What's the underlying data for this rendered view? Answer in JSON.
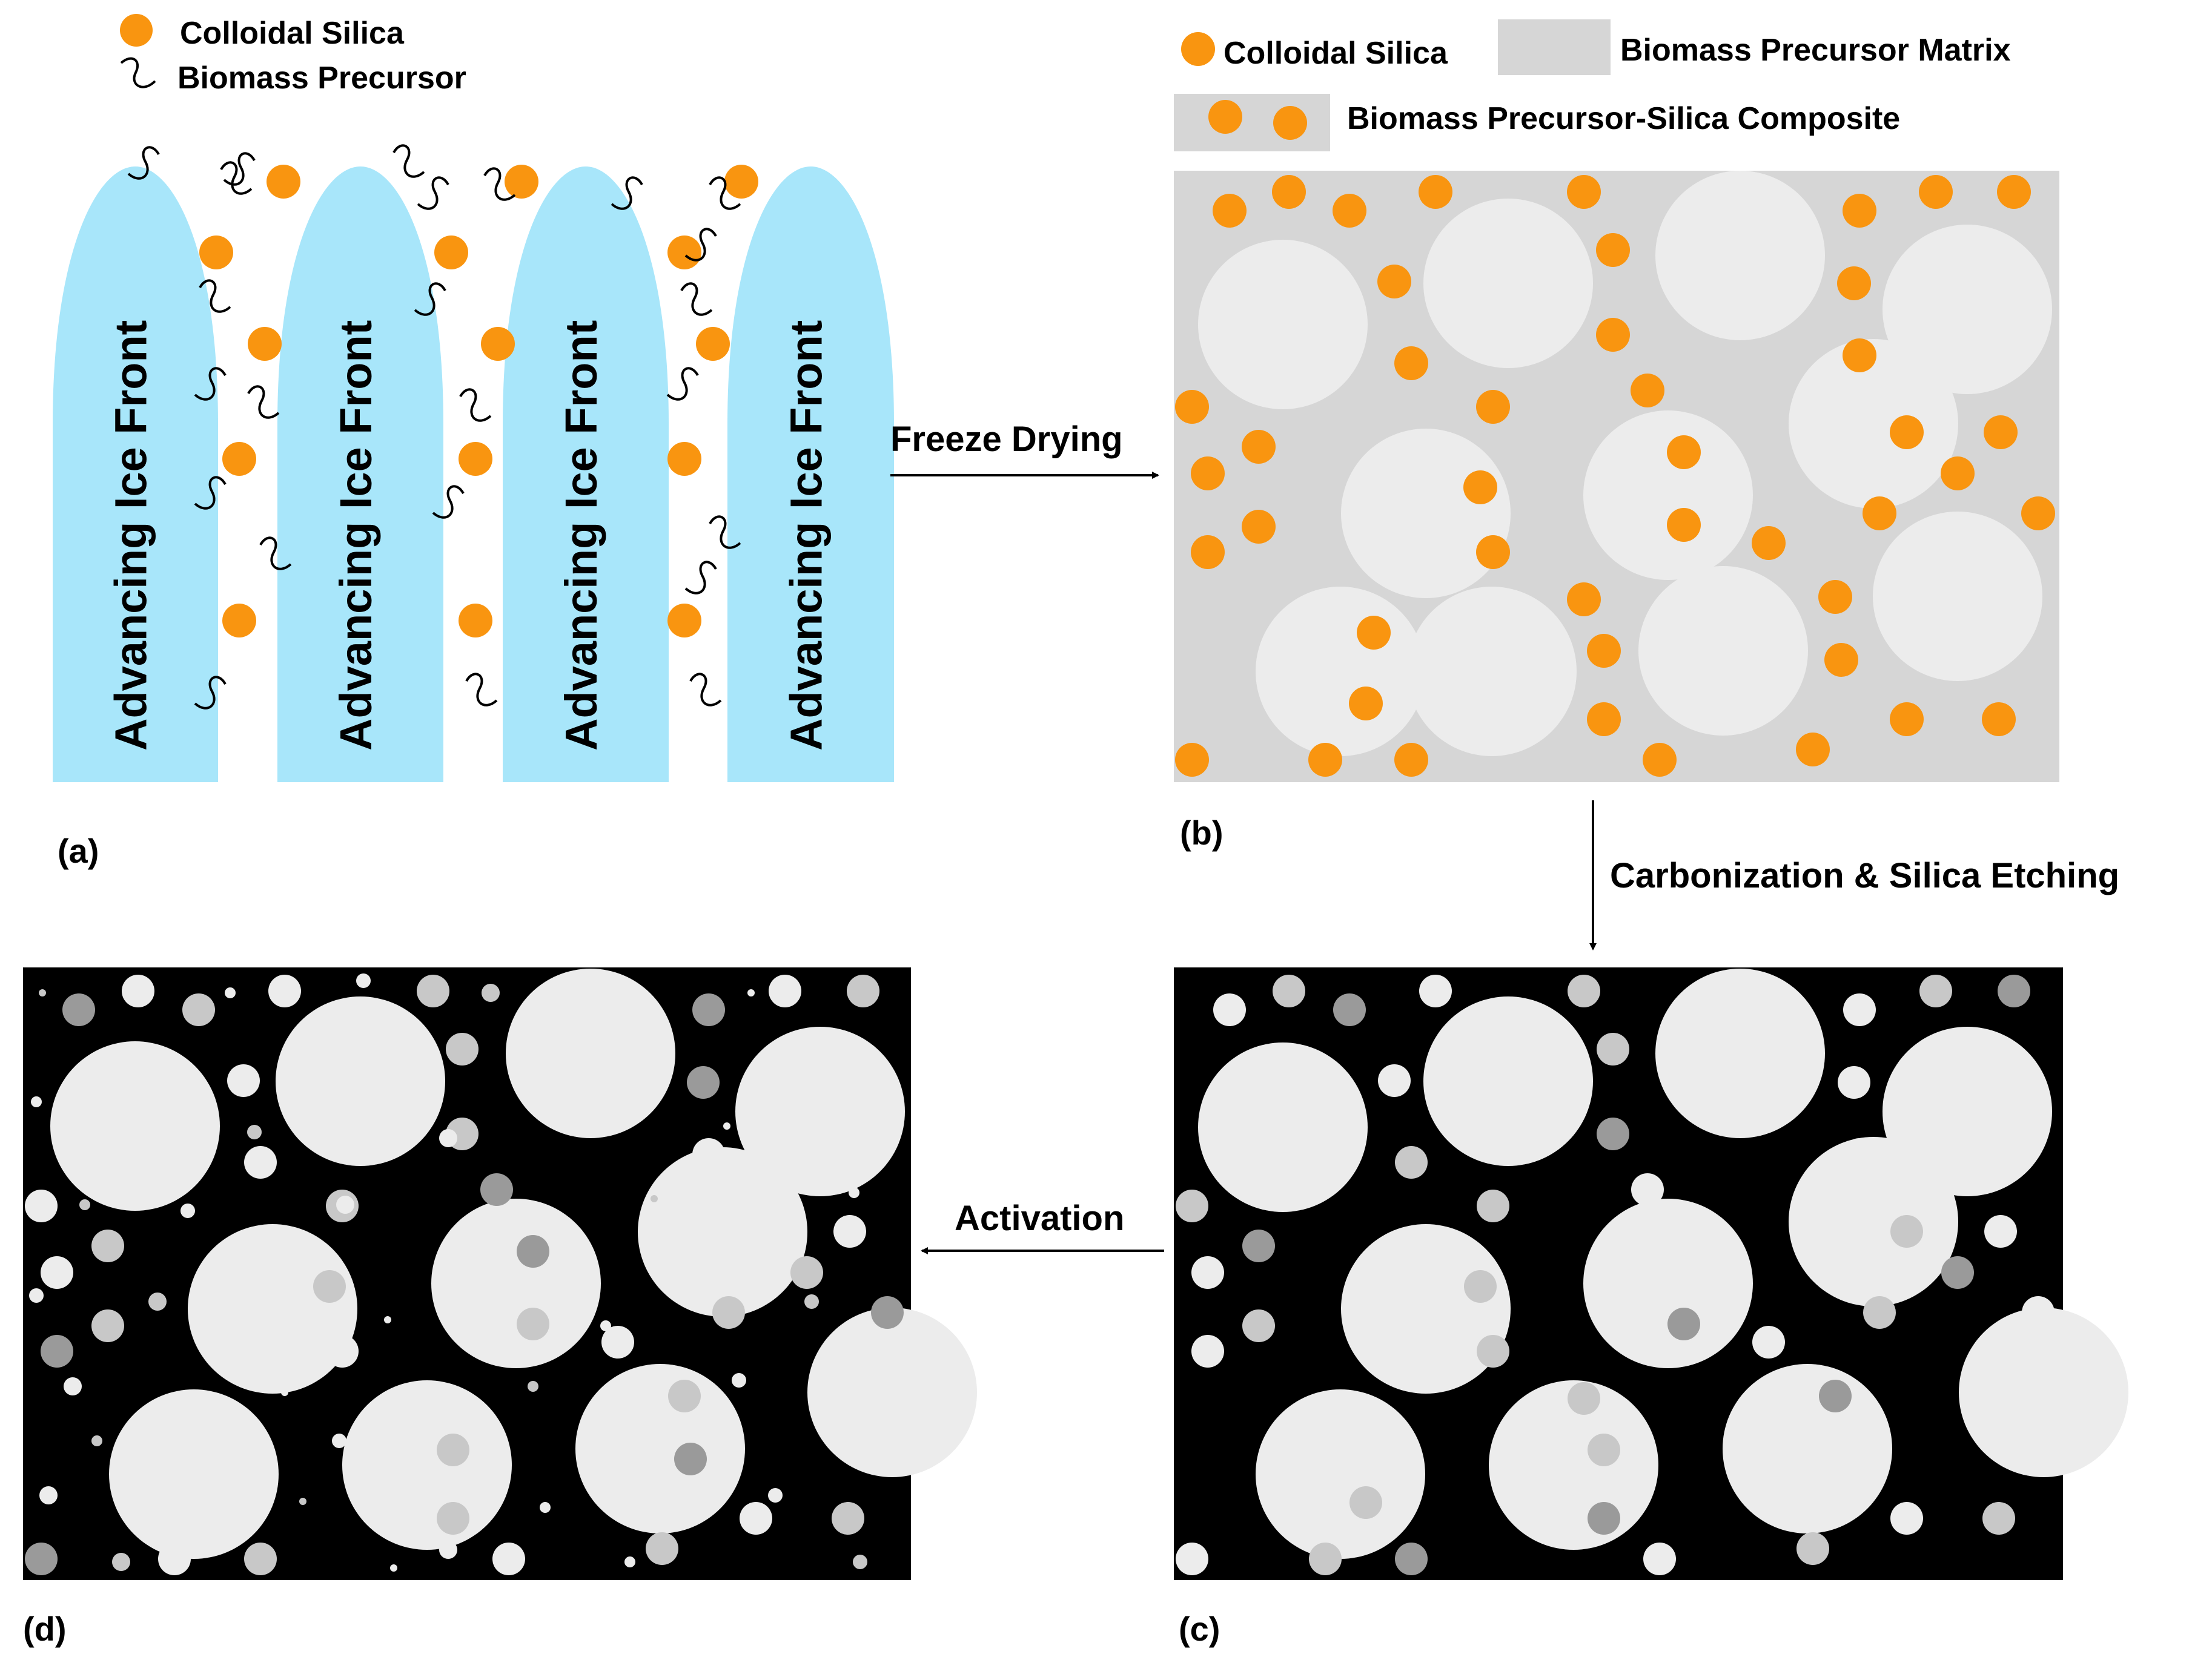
{
  "panel_a": {
    "legend": {
      "silica_label": "Colloidal Silica",
      "precursor_label": "Biomass Precursor"
    },
    "ice_front_label": "Advancing Ice Front",
    "panel_label": "(a)"
  },
  "panel_b": {
    "legend": {
      "silica_label": "Colloidal Silica",
      "matrix_label": "Biomass Precursor Matrix",
      "composite_label": "Biomass Precursor-Silica Composite"
    },
    "panel_label": "(b)"
  },
  "panel_c": {
    "panel_label": "(c)"
  },
  "panel_d": {
    "panel_label": "(d)"
  },
  "steps": {
    "freeze_drying": "Freeze Drying",
    "carbonization": "Carbonization & Silica Etching",
    "activation": "Activation"
  },
  "colors": {
    "ice": "#a8e6fa",
    "silica": "#f99510",
    "matrix": "#d6d6d6",
    "pore_light": "#ececec",
    "pore_mid": "#c8c8c8",
    "pore_dark": "#9a9a9a",
    "carbon": "#000000"
  }
}
